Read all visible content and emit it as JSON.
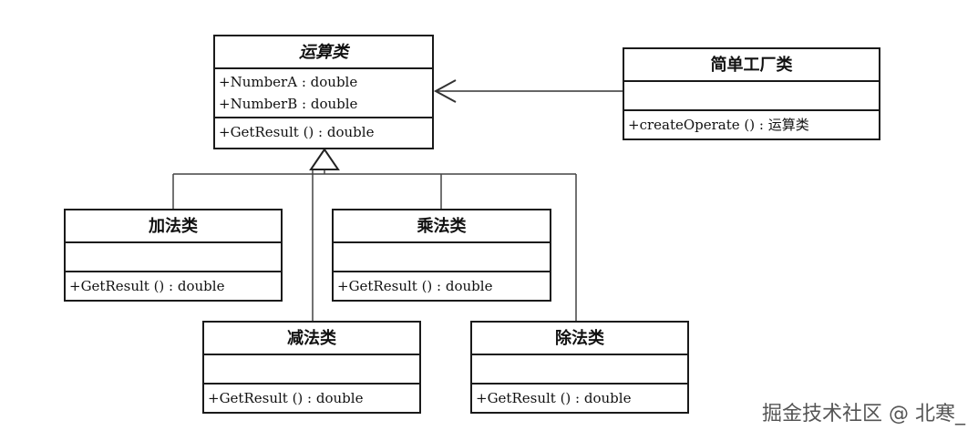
{
  "classes": {
    "operation": {
      "name": "运算类",
      "attributes": [
        "+NumberA : double",
        "+NumberB : double"
      ],
      "operations": [
        "+GetResult () : double"
      ]
    },
    "factory": {
      "name": "简单工厂类",
      "attributes": [],
      "operations": [
        "+createOperate () : 运算类"
      ]
    },
    "add": {
      "name": "加法类",
      "attributes": [],
      "operations": [
        "+GetResult () : double"
      ]
    },
    "mul": {
      "name": "乘法类",
      "attributes": [],
      "operations": [
        "+GetResult () : double"
      ]
    },
    "sub": {
      "name": "减法类",
      "attributes": [],
      "operations": [
        "+GetResult () : double"
      ]
    },
    "div": {
      "name": "除法类",
      "attributes": [],
      "operations": [
        "+GetResult () : double"
      ]
    }
  },
  "watermark": "掘金技术社区 @ 北寒_"
}
